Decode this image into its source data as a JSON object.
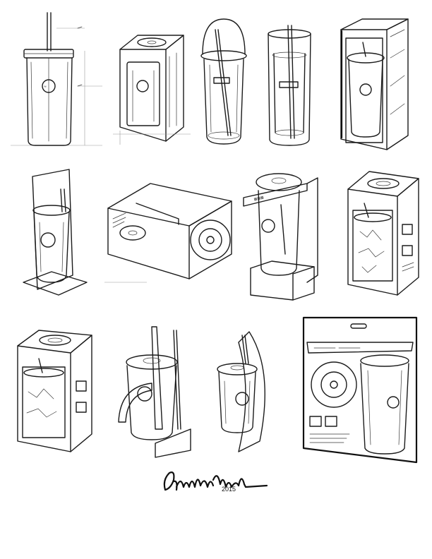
{
  "sheet": {
    "rows": [
      {
        "row_name": "row-1",
        "sketches": [
          "tumbler-front-view",
          "tumbler-in-window-box",
          "tumbler-dome-lid",
          "tumbler-double-wall",
          "tumbler-open-box-display"
        ]
      },
      {
        "row_name": "row-2",
        "sketches": [
          "tumbler-hanger-display",
          "tumbler-side-box",
          "tumbler-stand-display",
          "tumbler-window-carton"
        ]
      },
      {
        "row_name": "row-3",
        "sketches": [
          "tumbler-box-with-graphics",
          "tumbler-curved-stand",
          "tumbler-wave-stand",
          "tumbler-blister-card"
        ]
      }
    ],
    "signature": {
      "script_text": "Alan W. Ouk",
      "year": "2015"
    },
    "line_color": "#1b1b1b",
    "paper_color": "#ffffff"
  }
}
